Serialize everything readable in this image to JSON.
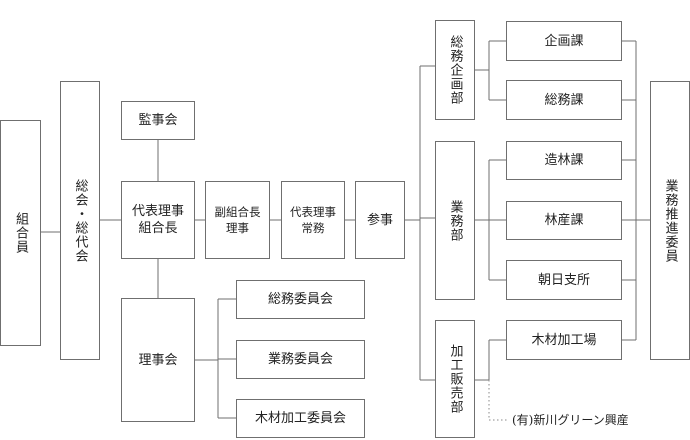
{
  "nodes": {
    "members": "組合員",
    "general_assembly": "総会・総代会",
    "audit_board": "監事会",
    "president": "代表理事\n組合長",
    "vice_president": "副組合長\n理事",
    "managing_director": "代表理事\n常務",
    "councilor": "参事",
    "board_of_directors": "理事会",
    "general_affairs_committee": "総務委員会",
    "business_committee": "業務委員会",
    "wood_processing_committee": "木材加工委員会",
    "general_affairs_dept": "総務企画部",
    "business_dept": "業務部",
    "processing_sales_dept": "加工販売部",
    "planning_section": "企画課",
    "general_affairs_section": "総務課",
    "afforestation_section": "造林課",
    "forestry_products_section": "林産課",
    "asahi_branch": "朝日支所",
    "sawmill": "木材加工場",
    "affiliate": "(有)新川グリーン興産",
    "promotion_committee": "業務推進委員"
  },
  "colors": {
    "line": "#6f6f6f",
    "dotted_line": "#888888"
  }
}
